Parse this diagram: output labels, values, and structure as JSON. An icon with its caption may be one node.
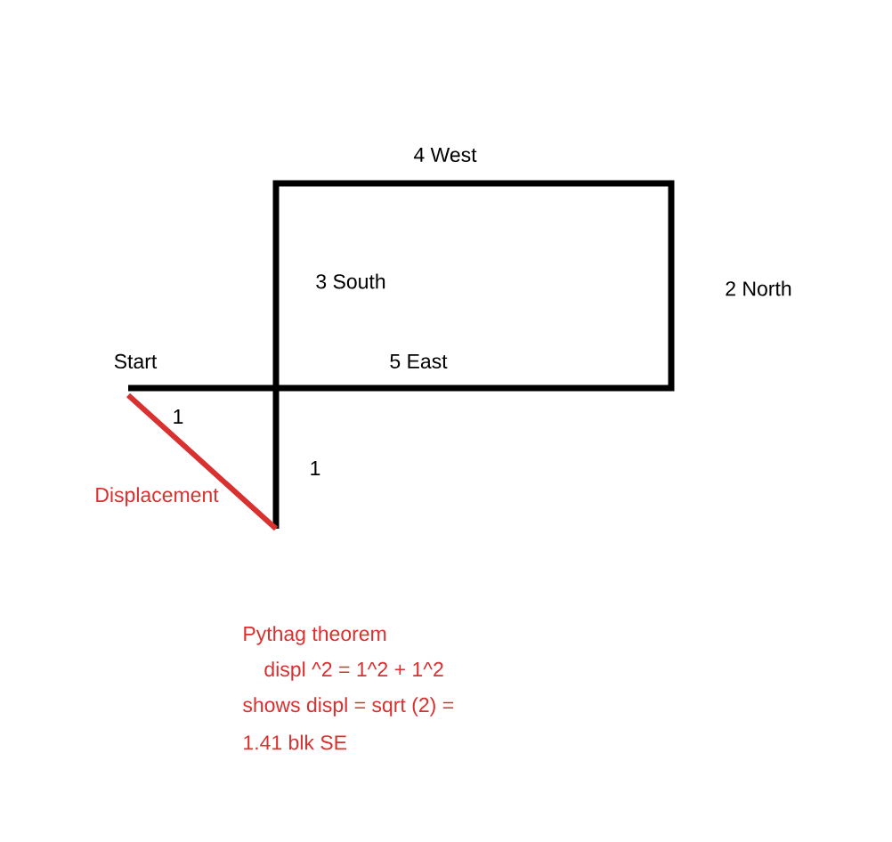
{
  "diagram": {
    "labels": [
      "4 West",
      "3 South",
      "2 North",
      "Start",
      "5  East",
      "1",
      "1",
      "Displacement",
      "Pythag theorem",
      "displ ^2 = 1^2 + 1^2",
      "shows displ = sqrt (2) =",
      "1.41 blk  SE"
    ]
  }
}
